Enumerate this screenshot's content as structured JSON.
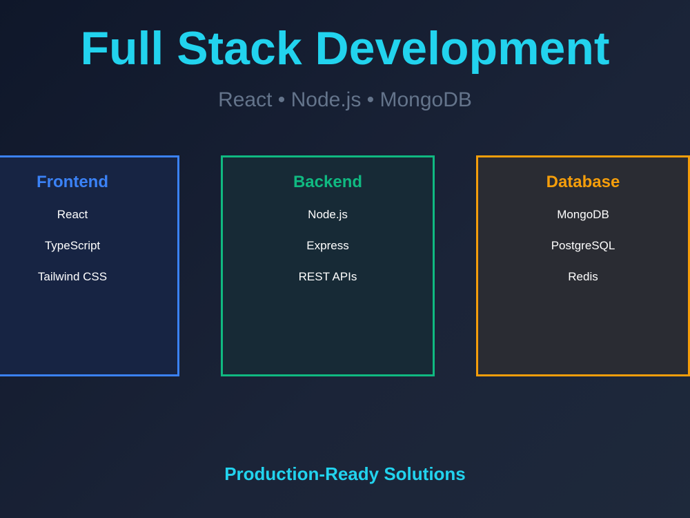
{
  "header": {
    "title": "Full Stack Development",
    "subtitle": "React • Node.js • MongoDB"
  },
  "cards": [
    {
      "title": "Frontend",
      "items": [
        "React",
        "TypeScript",
        "Tailwind CSS"
      ],
      "accent": "#3b82f6",
      "fill": "#172443"
    },
    {
      "title": "Backend",
      "items": [
        "Node.js",
        "Express",
        "REST APIs"
      ],
      "accent": "#10b981",
      "fill": "#172a36"
    },
    {
      "title": "Database",
      "items": [
        "MongoDB",
        "PostgreSQL",
        "Redis"
      ],
      "accent": "#f59e0b",
      "fill": "#2a2c33"
    }
  ],
  "footer": {
    "tagline": "Production-Ready Solutions"
  },
  "colors": {
    "title": "#22d3ee",
    "subtitle": "#64748b",
    "item_text": "#ffffff"
  }
}
